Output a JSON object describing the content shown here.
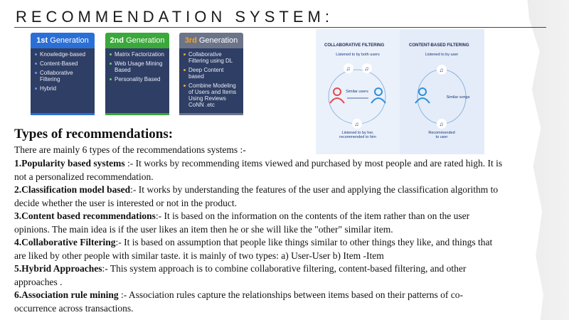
{
  "title": "RECOMMENDATION SYSTEM:",
  "generations": [
    {
      "num": "1st",
      "label": " Generation",
      "items": [
        "Knowledge-based",
        "Content-Based",
        "Collaborative Filtering",
        "Hybrid"
      ]
    },
    {
      "num": "2nd",
      "label": " Generation",
      "items": [
        "Matrix Factorization",
        "Web Usage Mining Based",
        "Personality Based"
      ]
    },
    {
      "num": "3rd",
      "label": " Generation",
      "items": [
        "Collaborative Filtering using DL",
        "Deep Content based",
        "Combine Modeling of Users and Items Using Reviews CoNN .etc"
      ]
    }
  ],
  "diagram": {
    "collab_title": "COLLABORATIVE FILTERING",
    "content_title": "CONTENT-BASED FILTERING",
    "collab_top": "Listened to by both users",
    "collab_mid": "Similar users",
    "collab_bottom": "Listened to by her, recommended to him",
    "content_top": "Listened to by user",
    "content_mid": "Similar songs",
    "content_bottom": "Recommended to user",
    "colors": {
      "red_user": "#e8474c",
      "blue_user": "#2f8fd8",
      "panel": "#eaf1fb"
    }
  },
  "heading": "Types of recommendations:",
  "intro": "There are mainly 6 types of the recommendations systems :-",
  "types": [
    {
      "name": "1.Popularity based systems",
      "text": " :- It works by recommending items viewed and purchased by most people and are rated high. It is not a personalized recommendation."
    },
    {
      "name": "2.Classification model based",
      "text": ":- It works by understanding the features of the user and applying the classification algorithm to decide whether the user is interested or not in the product."
    },
    {
      "name": "3.Content based recommendations",
      "text": ":- It is based on the information on the contents of the item rather than on the user opinions. The main idea is if the user likes an item then he or she will like the \"other\" similar item."
    },
    {
      "name": "4.Collaborative Filtering",
      "text": ":- It is based on assumption that people like things similar to other things they like, and things that are liked by other people with similar taste. it is mainly of two types: a) User-User b) Item -Item"
    },
    {
      "name": "5.Hybrid Approaches",
      "text": ":- This system approach is to combine collaborative filtering, content-based filtering, and other approaches ."
    },
    {
      "name": "6.Association rule mining",
      "text": " :- Association rules capture the relationships between items based on their patterns of co-occurrence across transactions."
    }
  ]
}
